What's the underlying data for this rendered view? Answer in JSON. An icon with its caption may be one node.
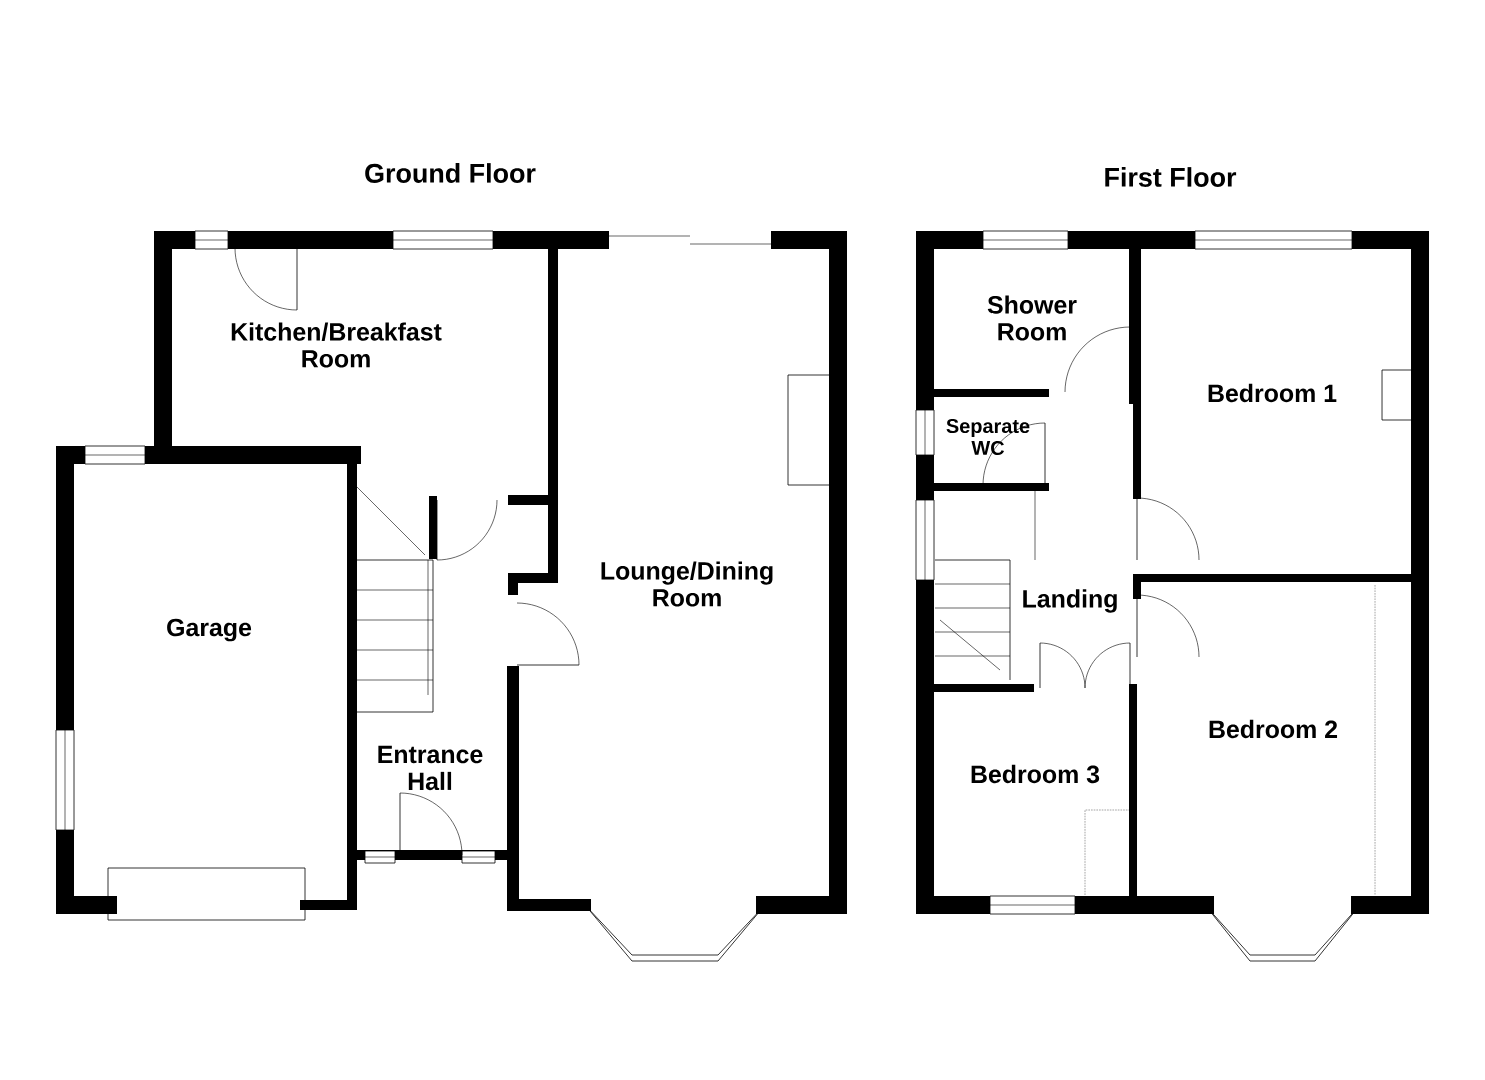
{
  "diagram": {
    "nodes": [
      {
        "text": [
          "Kitchen/Breakfast Room"
        ]
      },
      {
        "text": [
          "Lounge/Dining Room"
        ]
      },
      {
        "text": [
          "Garage"
        ]
      },
      {
        "text": [
          "Entrance Hall"
        ]
      },
      {
        "text": [
          "Shower Room"
        ]
      },
      {
        "text": [
          "Separate WC"
        ]
      },
      {
        "text": [
          "Bedroom 1"
        ]
      },
      {
        "text": [
          "Landing"
        ]
      },
      {
        "text": [
          "Bedroom 3"
        ]
      },
      {
        "text": [
          "Bedroom 2"
        ]
      }
    ],
    "labels": [
      "Ground Floor",
      "First Floor"
    ]
  }
}
